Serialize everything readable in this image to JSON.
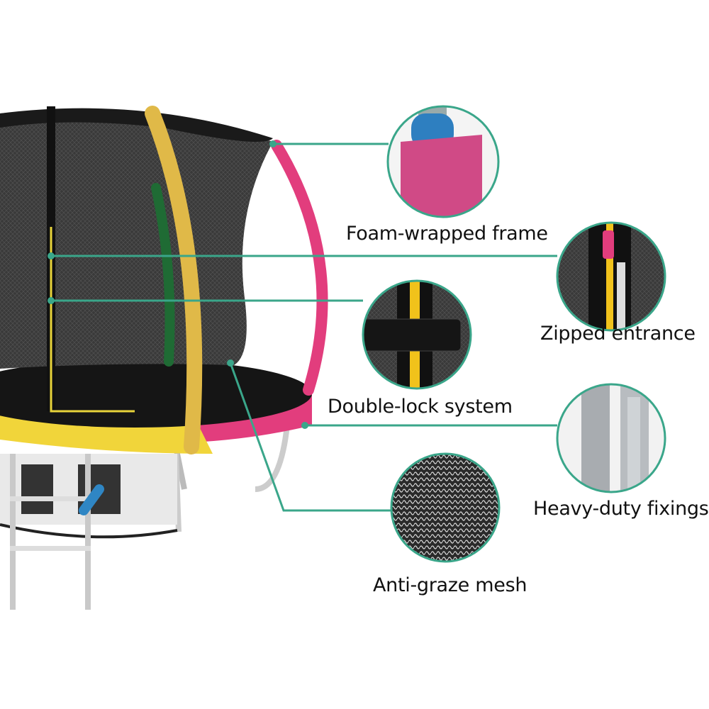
{
  "accent_color": "#3aa68a",
  "features": [
    {
      "id": "foam",
      "label": "Foam-wrapped frame",
      "icon": "foam-pole-detail"
    },
    {
      "id": "zip",
      "label": "Zipped entrance",
      "icon": "zipper-detail"
    },
    {
      "id": "lock",
      "label": "Double-lock system",
      "icon": "buckle-detail"
    },
    {
      "id": "fixings",
      "label": "Heavy-duty fixings",
      "icon": "steel-pole-detail"
    },
    {
      "id": "mesh",
      "label": "Anti-graze mesh",
      "icon": "mesh-detail"
    }
  ],
  "trampoline_pad_colors": [
    "#e23d7d",
    "#f1d53a",
    "#2aa24f"
  ]
}
